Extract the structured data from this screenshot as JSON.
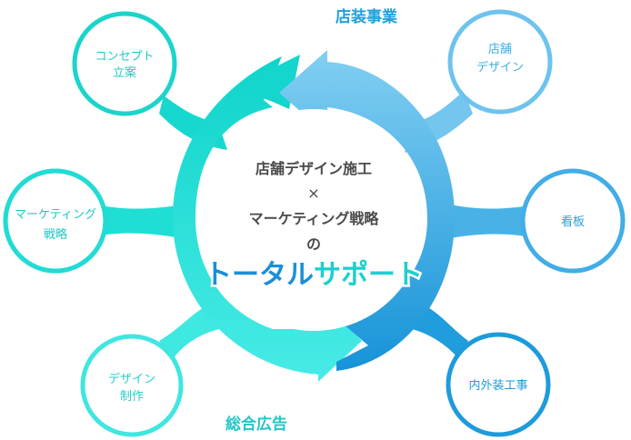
{
  "sections": {
    "top_title": "店装事業",
    "bottom_title": "総合広告"
  },
  "center": {
    "line1": "店舗デザイン施工",
    "times": "×",
    "line2": "マーケティング戦略",
    "line3": "の",
    "headline_part1": "トータル",
    "headline_part2": "サポート"
  },
  "nodes_left": [
    {
      "lines": [
        "コンセプト",
        "立案"
      ]
    },
    {
      "lines": [
        "マーケティング",
        "戦略"
      ]
    },
    {
      "lines": [
        "デザイン",
        "制作"
      ]
    }
  ],
  "nodes_right": [
    {
      "lines": [
        "店舗",
        "デザイン"
      ]
    },
    {
      "lines": [
        "看板"
      ]
    },
    {
      "lines": [
        "内外装工事"
      ]
    }
  ],
  "colors": {
    "teal_dark": "#14d6cc",
    "teal_light": "#44e8e2",
    "blue_light": "#7ccaf0",
    "blue_dark": "#1a98da",
    "title_top": "#1f9fdc",
    "title_bottom": "#22c7c6",
    "center_text": "#4a4a4a"
  }
}
